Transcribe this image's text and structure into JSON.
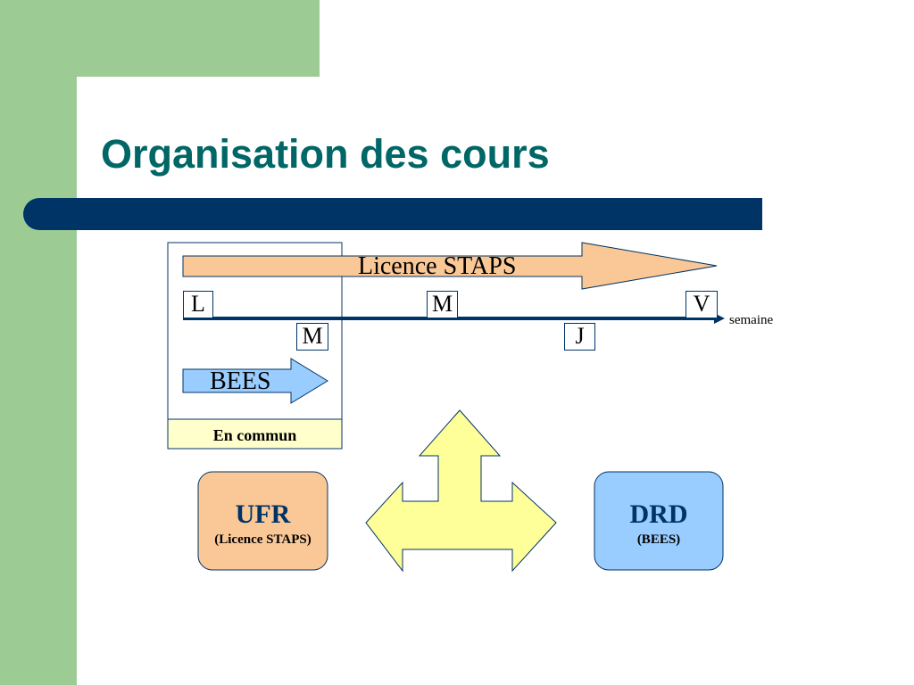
{
  "slide": {
    "title": "Organisation des cours",
    "colors": {
      "title": "#006666",
      "bar": "#003366",
      "side": "#9ccc94"
    }
  },
  "timeline": {
    "licence_label": "Licence STAPS",
    "bees_label": "BEES",
    "axis_label": "semaine",
    "days_top": [
      "L",
      "M",
      "V"
    ],
    "days_bottom": [
      "M",
      "J"
    ]
  },
  "common_box": {
    "label": "En commun"
  },
  "ufr": {
    "title": "UFR",
    "subtitle": "(Licence STAPS)",
    "color": "#fac896"
  },
  "drd": {
    "title": "DRD",
    "subtitle": "(BEES)",
    "color": "#99ccff"
  }
}
